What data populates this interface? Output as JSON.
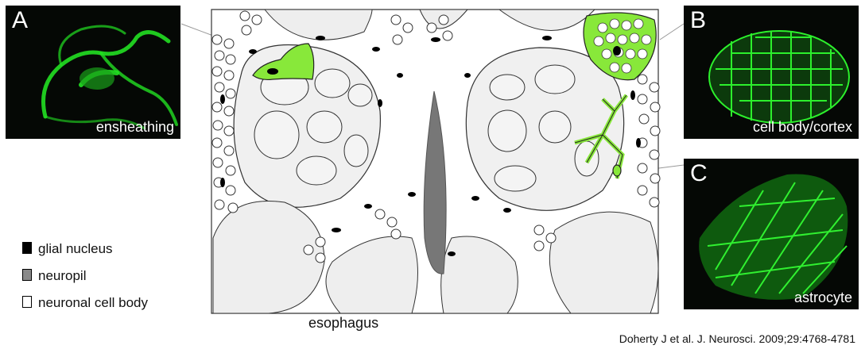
{
  "panels": {
    "a": {
      "letter": "A",
      "caption": "ensheathing"
    },
    "b": {
      "letter": "B",
      "caption": "cell body/cortex"
    },
    "c": {
      "letter": "C",
      "caption": "astrocyte"
    }
  },
  "legend": [
    {
      "label": "glial nucleus",
      "color": "#000000"
    },
    {
      "label": "neuropil",
      "color": "#8a8a8a"
    },
    {
      "label": "neuronal cell body",
      "color": "#ffffff"
    }
  ],
  "diagram": {
    "esophagus_label": "esophagus"
  },
  "citation": "Doherty J et al. J. Neurosci. 2009;29:4768-4781",
  "colors": {
    "glia_green": "#88e83a",
    "fluor_green": "#22ff22",
    "neuropil": "#f0f0f0"
  }
}
